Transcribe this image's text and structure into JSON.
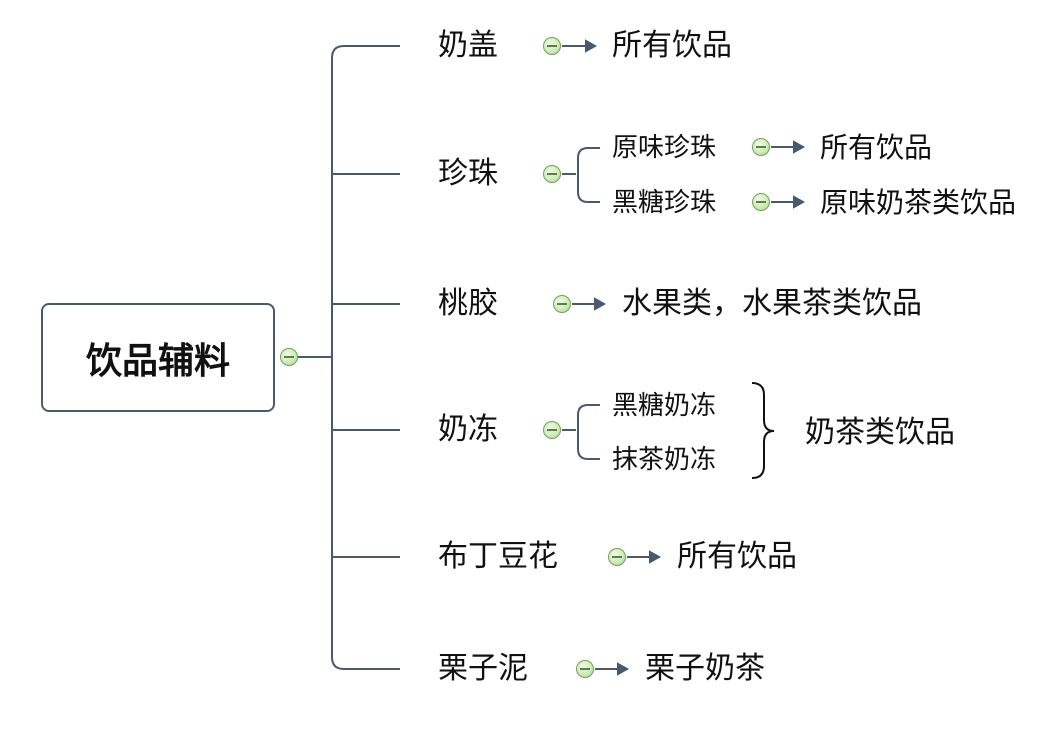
{
  "root": {
    "label": "饮品辅料"
  },
  "branches": [
    {
      "label": "奶盖",
      "applies_to": "所有饮品"
    },
    {
      "label": "珍珠",
      "children": [
        {
          "label": "原味珍珠",
          "applies_to": "所有饮品"
        },
        {
          "label": "黑糖珍珠",
          "applies_to": "原味奶茶类饮品"
        }
      ]
    },
    {
      "label": "桃胶",
      "applies_to": "水果类，水果茶类饮品"
    },
    {
      "label": "奶冻",
      "children": [
        {
          "label": "黑糖奶冻"
        },
        {
          "label": "抹茶奶冻"
        }
      ],
      "group_applies_to": "奶茶类饮品"
    },
    {
      "label": "布丁豆花",
      "applies_to": "所有饮品"
    },
    {
      "label": "栗子泥",
      "applies_to": "栗子奶茶"
    }
  ],
  "colors": {
    "line": "#4a5a6e",
    "toggle_fill": "#cde9b4",
    "toggle_border": "#6ea35a"
  },
  "icons": {
    "toggle": "collapse-minus-icon",
    "arrow": "arrow-right-icon"
  }
}
